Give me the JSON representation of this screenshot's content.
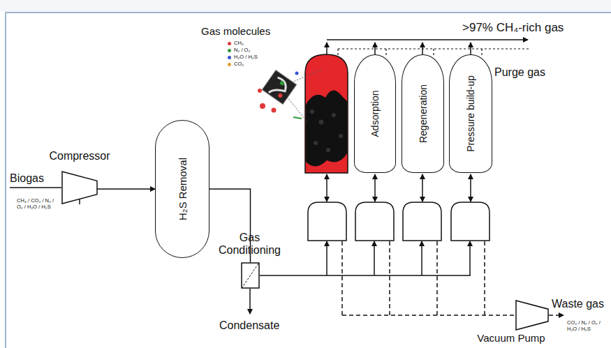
{
  "diagram": {
    "nodes": [
      {
        "text": [
          "Compressor"
        ]
      },
      {
        "text": [
          "H₂S Removal"
        ]
      },
      {
        "text": [
          "Gas Conditioning"
        ]
      },
      {
        "text": [
          "Adsorption"
        ]
      },
      {
        "text": [
          "Regeneration"
        ]
      },
      {
        "text": [
          "Pressure build-up"
        ]
      },
      {
        "text": [
          "Vacuum Pump"
        ]
      }
    ],
    "edges": [
      {
        "from": 0,
        "to": 1,
        "arrow": "to"
      },
      {
        "from": 1,
        "to": 2,
        "arrow": "none"
      }
    ],
    "labels": [
      "Biogas",
      "CH₄ / CO₂ / N₂ / O₂ / H₂O / H₂S",
      "Condensate",
      "Gas molecules",
      ">97% CH₄-rich gas",
      "Purge gas",
      "Waste gas",
      "CO₂ / N₂ / O₂ / H₂O / H₂S"
    ],
    "legend": [
      {
        "text": "CH₄",
        "color": "#e03a3a"
      },
      {
        "text": "N₂ / O₂",
        "color": "#2f9a3c"
      },
      {
        "text": "H₂O / H₂S",
        "color": "#3a55d0"
      },
      {
        "text": "CO₂",
        "color": "#e0a02a"
      }
    ]
  }
}
